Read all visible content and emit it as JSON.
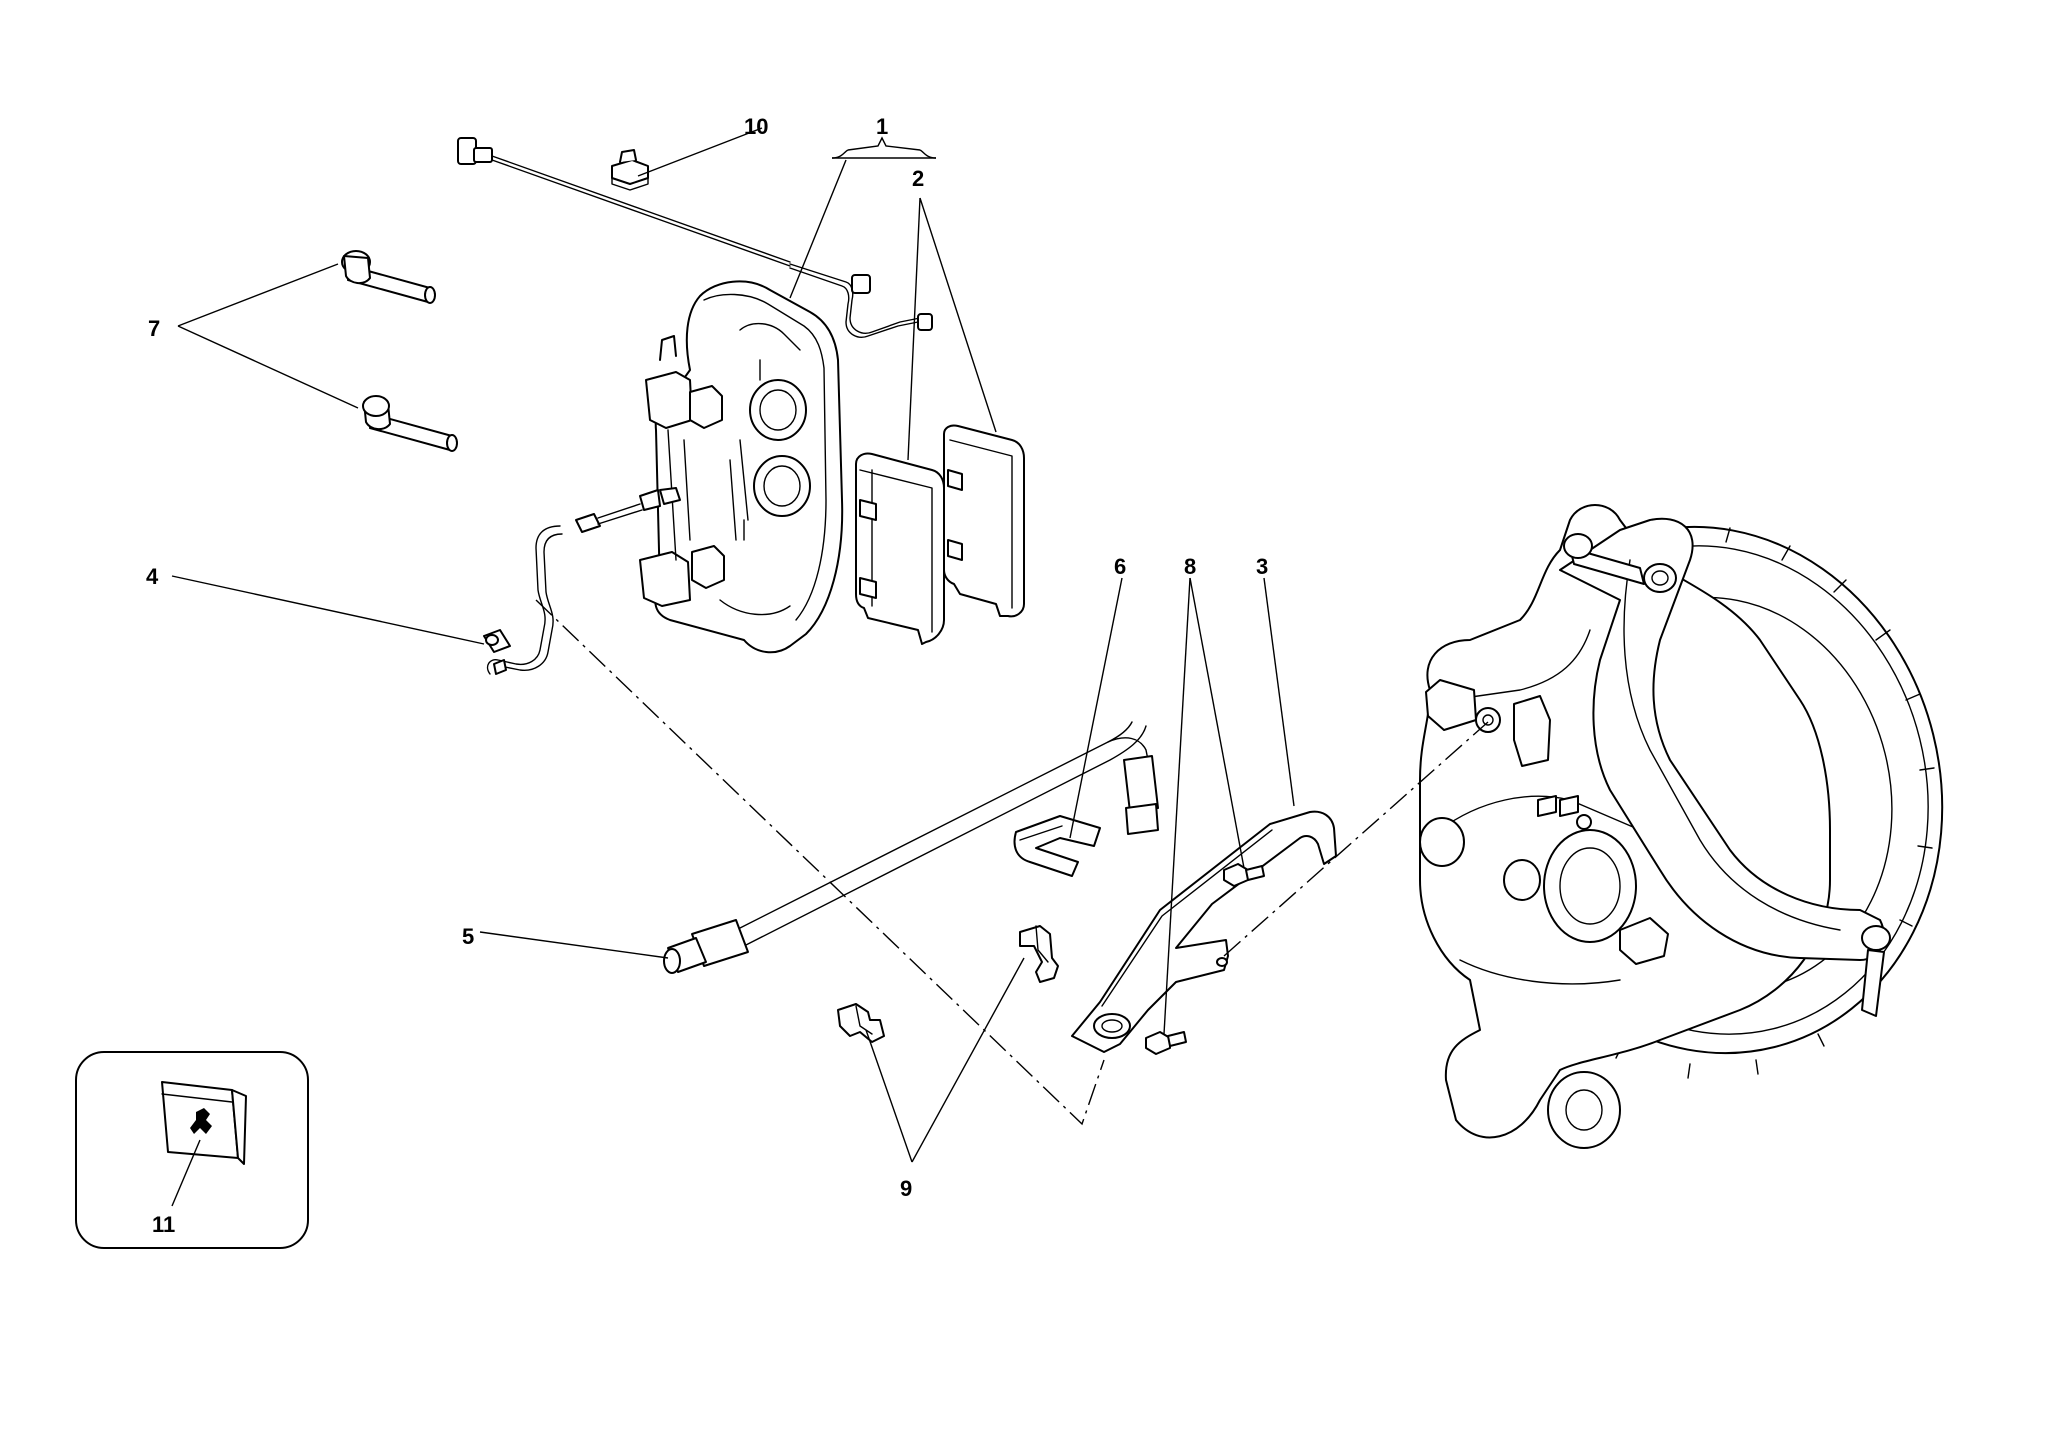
{
  "callouts": {
    "c1": "1",
    "c2": "2",
    "c3": "3",
    "c4": "4",
    "c5": "5",
    "c6": "6",
    "c7": "7",
    "c8": "8",
    "c9": "9",
    "c10": "10",
    "c11": "11"
  },
  "icons": {
    "caliper": "brake-caliper-icon",
    "pads": "brake-pad-icon",
    "hub": "wheel-hub-brake-disc-icon",
    "badge": "prancing-horse-badge-icon"
  },
  "colors": {
    "ink": "#000000",
    "paper": "#ffffff"
  }
}
